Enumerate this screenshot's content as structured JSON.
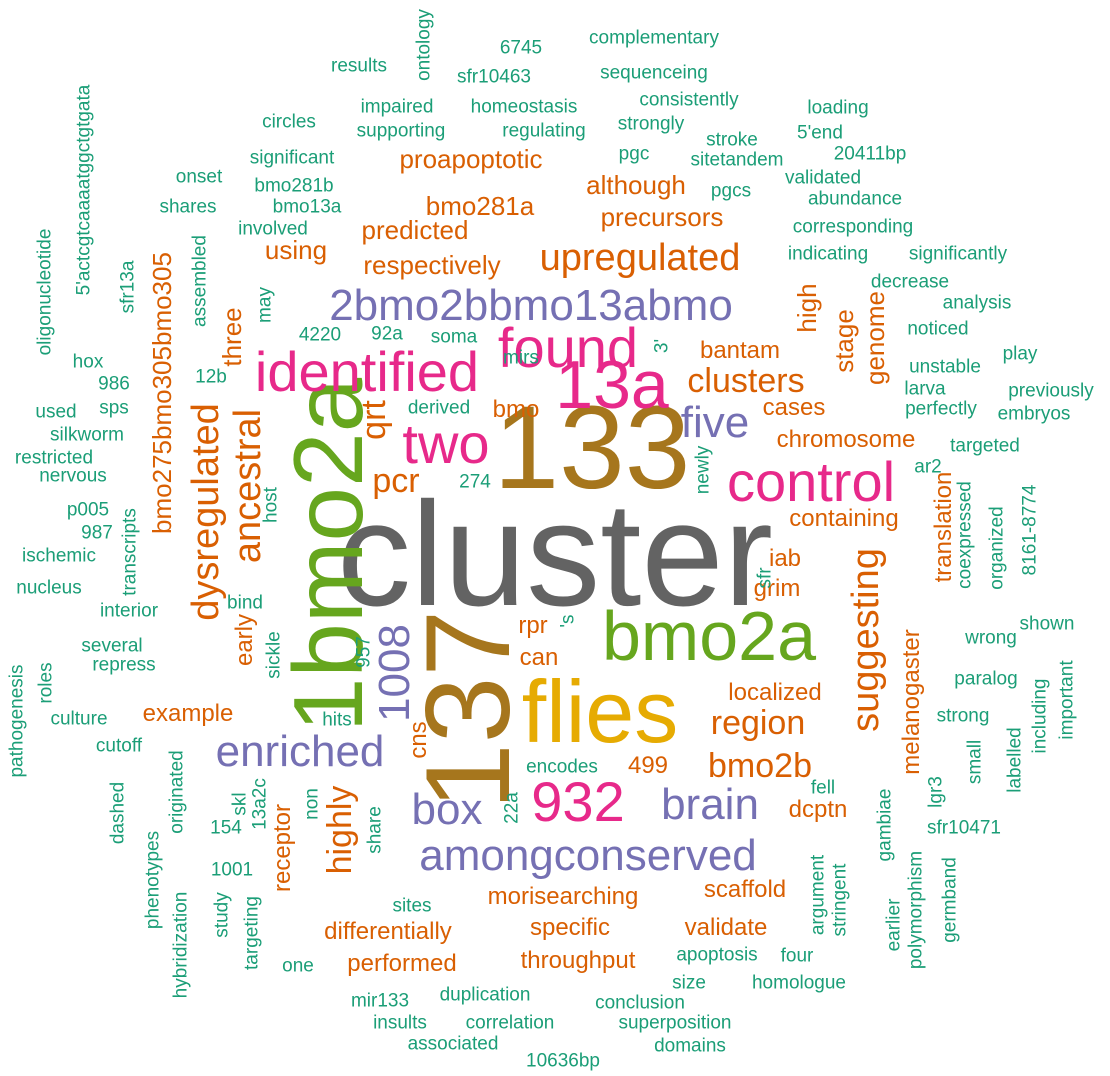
{
  "palette": {
    "gray": "#636363",
    "gold": "#A6761D",
    "yellow": "#E6AB02",
    "green": "#66A61E",
    "magenta": "#E7298A",
    "purple": "#7570B3",
    "orange": "#D95F02",
    "teal": "#1B9E77"
  },
  "words": [
    {
      "text": "cluster",
      "color": "gray"
    },
    {
      "text": "133",
      "color": "gold"
    },
    {
      "text": "137",
      "color": "gold"
    },
    {
      "text": "1bmo2a",
      "color": "green"
    },
    {
      "text": "flies",
      "color": "yellow"
    },
    {
      "text": "bmo2a",
      "color": "green"
    },
    {
      "text": "13a",
      "color": "magenta"
    },
    {
      "text": "identified",
      "color": "magenta"
    },
    {
      "text": "found",
      "color": "magenta"
    },
    {
      "text": "control",
      "color": "magenta"
    },
    {
      "text": "932",
      "color": "magenta"
    },
    {
      "text": "two",
      "color": "magenta"
    },
    {
      "text": "2bmo2bbmo13abmo",
      "color": "purple"
    },
    {
      "text": "amongconserved",
      "color": "purple"
    },
    {
      "text": "enriched",
      "color": "purple"
    },
    {
      "text": "brain",
      "color": "purple"
    },
    {
      "text": "box",
      "color": "purple"
    },
    {
      "text": "five",
      "color": "purple"
    },
    {
      "text": "1008",
      "color": "purple"
    },
    {
      "text": "upregulated",
      "color": "orange"
    },
    {
      "text": "dysregulated",
      "color": "orange"
    },
    {
      "text": "suggesting",
      "color": "orange"
    },
    {
      "text": "ancestral",
      "color": "orange"
    },
    {
      "text": "clusters",
      "color": "orange"
    },
    {
      "text": "region",
      "color": "orange"
    },
    {
      "text": "bmo2b",
      "color": "orange"
    },
    {
      "text": "highly",
      "color": "orange"
    },
    {
      "text": "bmo275bmo305bmo305",
      "color": "orange"
    },
    {
      "text": "pcr",
      "color": "orange"
    },
    {
      "text": "qrt",
      "color": "orange"
    },
    {
      "text": "proapoptotic",
      "color": "orange"
    },
    {
      "text": "although",
      "color": "orange"
    },
    {
      "text": "precursors",
      "color": "orange"
    },
    {
      "text": "bmo281a",
      "color": "orange"
    },
    {
      "text": "predicted",
      "color": "orange"
    },
    {
      "text": "using",
      "color": "orange"
    },
    {
      "text": "respectively",
      "color": "orange"
    },
    {
      "text": "high",
      "color": "orange"
    },
    {
      "text": "stage",
      "color": "orange"
    },
    {
      "text": "genome",
      "color": "orange"
    },
    {
      "text": "three",
      "color": "orange"
    },
    {
      "text": "bantam",
      "color": "orange"
    },
    {
      "text": "bmo",
      "color": "orange"
    },
    {
      "text": "cases",
      "color": "orange"
    },
    {
      "text": "chromosome",
      "color": "orange"
    },
    {
      "text": "containing",
      "color": "orange"
    },
    {
      "text": "translation",
      "color": "orange"
    },
    {
      "text": "iab",
      "color": "orange"
    },
    {
      "text": "grim",
      "color": "orange"
    },
    {
      "text": "early",
      "color": "orange"
    },
    {
      "text": "rpr",
      "color": "orange"
    },
    {
      "text": "can",
      "color": "orange"
    },
    {
      "text": "localized",
      "color": "orange"
    },
    {
      "text": "example",
      "color": "orange"
    },
    {
      "text": "melanogaster",
      "color": "orange"
    },
    {
      "text": "cns",
      "color": "orange"
    },
    {
      "text": "499",
      "color": "orange"
    },
    {
      "text": "dcptn",
      "color": "orange"
    },
    {
      "text": "receptor",
      "color": "orange"
    },
    {
      "text": "scaffold",
      "color": "orange"
    },
    {
      "text": "morisearching",
      "color": "orange"
    },
    {
      "text": "specific",
      "color": "orange"
    },
    {
      "text": "validate",
      "color": "orange"
    },
    {
      "text": "differentially",
      "color": "orange"
    },
    {
      "text": "performed",
      "color": "orange"
    },
    {
      "text": "throughput",
      "color": "orange"
    },
    {
      "text": "ontology",
      "color": "teal"
    },
    {
      "text": "complementary",
      "color": "teal"
    },
    {
      "text": "6745",
      "color": "teal"
    },
    {
      "text": "results",
      "color": "teal"
    },
    {
      "text": "sfr10463",
      "color": "teal"
    },
    {
      "text": "sequenceing",
      "color": "teal"
    },
    {
      "text": "5'actcgtcaaaatggctgtgata",
      "color": "teal"
    },
    {
      "text": "consistently",
      "color": "teal"
    },
    {
      "text": "impaired",
      "color": "teal"
    },
    {
      "text": "homeostasis",
      "color": "teal"
    },
    {
      "text": "loading",
      "color": "teal"
    },
    {
      "text": "circles",
      "color": "teal"
    },
    {
      "text": "strongly",
      "color": "teal"
    },
    {
      "text": "supporting",
      "color": "teal"
    },
    {
      "text": "regulating",
      "color": "teal"
    },
    {
      "text": "5'end",
      "color": "teal"
    },
    {
      "text": "stroke",
      "color": "teal"
    },
    {
      "text": "pgc",
      "color": "teal"
    },
    {
      "text": "significant",
      "color": "teal"
    },
    {
      "text": "sitetandem",
      "color": "teal"
    },
    {
      "text": "20411bp",
      "color": "teal"
    },
    {
      "text": "onset",
      "color": "teal"
    },
    {
      "text": "validated",
      "color": "teal"
    },
    {
      "text": "bmo281b",
      "color": "teal"
    },
    {
      "text": "pgcs",
      "color": "teal"
    },
    {
      "text": "abundance",
      "color": "teal"
    },
    {
      "text": "shares",
      "color": "teal"
    },
    {
      "text": "bmo13a",
      "color": "teal"
    },
    {
      "text": "oligonucleotide",
      "color": "teal"
    },
    {
      "text": "involved",
      "color": "teal"
    },
    {
      "text": "corresponding",
      "color": "teal"
    },
    {
      "text": "indicating",
      "color": "teal"
    },
    {
      "text": "significantly",
      "color": "teal"
    },
    {
      "text": "sfr13a",
      "color": "teal"
    },
    {
      "text": "assembled",
      "color": "teal"
    },
    {
      "text": "decrease",
      "color": "teal"
    },
    {
      "text": "may",
      "color": "teal"
    },
    {
      "text": "analysis",
      "color": "teal"
    },
    {
      "text": "4220",
      "color": "teal"
    },
    {
      "text": "92a",
      "color": "teal"
    },
    {
      "text": "soma",
      "color": "teal"
    },
    {
      "text": "noticed",
      "color": "teal"
    },
    {
      "text": "3'",
      "color": "teal"
    },
    {
      "text": "hox",
      "color": "teal"
    },
    {
      "text": "mirs",
      "color": "teal"
    },
    {
      "text": "unstable",
      "color": "teal"
    },
    {
      "text": "play",
      "color": "teal"
    },
    {
      "text": "12b",
      "color": "teal"
    },
    {
      "text": "986",
      "color": "teal"
    },
    {
      "text": "larva",
      "color": "teal"
    },
    {
      "text": "previously",
      "color": "teal"
    },
    {
      "text": "used",
      "color": "teal"
    },
    {
      "text": "sps",
      "color": "teal"
    },
    {
      "text": "derived",
      "color": "teal"
    },
    {
      "text": "perfectly",
      "color": "teal"
    },
    {
      "text": "embryos",
      "color": "teal"
    },
    {
      "text": "silkworm",
      "color": "teal"
    },
    {
      "text": "restricted",
      "color": "teal"
    },
    {
      "text": "targeted",
      "color": "teal"
    },
    {
      "text": "nervous",
      "color": "teal"
    },
    {
      "text": "newly",
      "color": "teal"
    },
    {
      "text": "ar2",
      "color": "teal"
    },
    {
      "text": "274",
      "color": "teal"
    },
    {
      "text": "8161-8774",
      "color": "teal"
    },
    {
      "text": "p005",
      "color": "teal"
    },
    {
      "text": "host",
      "color": "teal"
    },
    {
      "text": "coexpressed",
      "color": "teal"
    },
    {
      "text": "organized",
      "color": "teal"
    },
    {
      "text": "987",
      "color": "teal"
    },
    {
      "text": "transcripts",
      "color": "teal"
    },
    {
      "text": "ischemic",
      "color": "teal"
    },
    {
      "text": "nucleus",
      "color": "teal"
    },
    {
      "text": "sfr",
      "color": "teal"
    },
    {
      "text": "interior",
      "color": "teal"
    },
    {
      "text": "bind",
      "color": "teal"
    },
    {
      "text": "shown",
      "color": "teal"
    },
    {
      "text": "'s",
      "color": "teal"
    },
    {
      "text": "wrong",
      "color": "teal"
    },
    {
      "text": "several",
      "color": "teal"
    },
    {
      "text": "957",
      "color": "teal"
    },
    {
      "text": "sickle",
      "color": "teal"
    },
    {
      "text": "repress",
      "color": "teal"
    },
    {
      "text": "roles",
      "color": "teal"
    },
    {
      "text": "paralog",
      "color": "teal"
    },
    {
      "text": "pathogenesis",
      "color": "teal"
    },
    {
      "text": "hits",
      "color": "teal"
    },
    {
      "text": "culture",
      "color": "teal"
    },
    {
      "text": "strong",
      "color": "teal"
    },
    {
      "text": "important",
      "color": "teal"
    },
    {
      "text": "cutoff",
      "color": "teal"
    },
    {
      "text": "including",
      "color": "teal"
    },
    {
      "text": "phenotypes",
      "color": "teal"
    },
    {
      "text": "originated",
      "color": "teal"
    },
    {
      "text": "skl",
      "color": "teal"
    },
    {
      "text": "13a2c",
      "color": "teal"
    },
    {
      "text": "non",
      "color": "teal"
    },
    {
      "text": "encodes",
      "color": "teal"
    },
    {
      "text": "22a",
      "color": "teal"
    },
    {
      "text": "fell",
      "color": "teal"
    },
    {
      "text": "gambiae",
      "color": "teal"
    },
    {
      "text": "small",
      "color": "teal"
    },
    {
      "text": "labelled",
      "color": "teal"
    },
    {
      "text": "lgr3",
      "color": "teal"
    },
    {
      "text": "dashed",
      "color": "teal"
    },
    {
      "text": "154",
      "color": "teal"
    },
    {
      "text": "share",
      "color": "teal"
    },
    {
      "text": "sfr10471",
      "color": "teal"
    },
    {
      "text": "1001",
      "color": "teal"
    },
    {
      "text": "argument",
      "color": "teal"
    },
    {
      "text": "hybridization",
      "color": "teal"
    },
    {
      "text": "stringent",
      "color": "teal"
    },
    {
      "text": "earlier",
      "color": "teal"
    },
    {
      "text": "germband",
      "color": "teal"
    },
    {
      "text": "polymorphism",
      "color": "teal"
    },
    {
      "text": "study",
      "color": "teal"
    },
    {
      "text": "sites",
      "color": "teal"
    },
    {
      "text": "targeting",
      "color": "teal"
    },
    {
      "text": "one",
      "color": "teal"
    },
    {
      "text": "apoptosis",
      "color": "teal"
    },
    {
      "text": "four",
      "color": "teal"
    },
    {
      "text": "size",
      "color": "teal"
    },
    {
      "text": "homologue",
      "color": "teal"
    },
    {
      "text": "mir133",
      "color": "teal"
    },
    {
      "text": "duplication",
      "color": "teal"
    },
    {
      "text": "conclusion",
      "color": "teal"
    },
    {
      "text": "insults",
      "color": "teal"
    },
    {
      "text": "correlation",
      "color": "teal"
    },
    {
      "text": "superposition",
      "color": "teal"
    },
    {
      "text": "associated",
      "color": "teal"
    },
    {
      "text": "domains",
      "color": "teal"
    },
    {
      "text": "10636bp",
      "color": "teal"
    }
  ]
}
